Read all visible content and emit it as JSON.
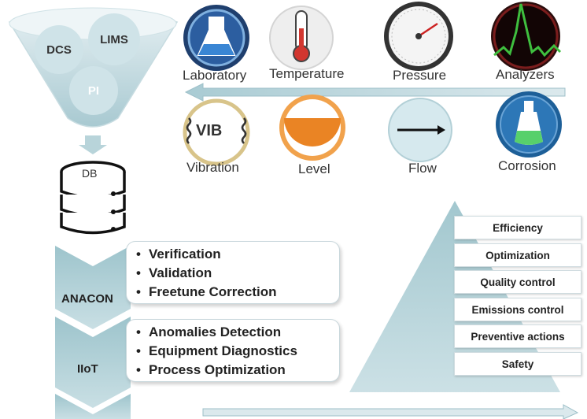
{
  "funnel": {
    "items": [
      "DCS",
      "LIMS",
      "PI"
    ]
  },
  "database": {
    "label": "DB"
  },
  "sensors": {
    "row1": [
      "Laboratory",
      "Temperature",
      "Pressure",
      "Analyzers"
    ],
    "row2": [
      "Vibration",
      "Level",
      "Flow",
      "Corrosion"
    ],
    "vib_text": "VIB"
  },
  "anacon": {
    "label": "ANACON",
    "items": [
      "Verification",
      "Validation",
      "Freetune Correction"
    ]
  },
  "iiot": {
    "label": "IIoT",
    "items": [
      "Anomalies Detection",
      "Equipment Diagnostics",
      "Process Optimization"
    ]
  },
  "pyramid": {
    "items": [
      "Efficiency",
      "Optimization",
      "Quality control",
      "Emissions control",
      "Preventive actions",
      "Safety"
    ]
  },
  "colors": {
    "teal": "#a9cbd3",
    "teal_light": "#cfe3e8",
    "orange": "#ec8a2a",
    "blue": "#2a6aa8"
  }
}
